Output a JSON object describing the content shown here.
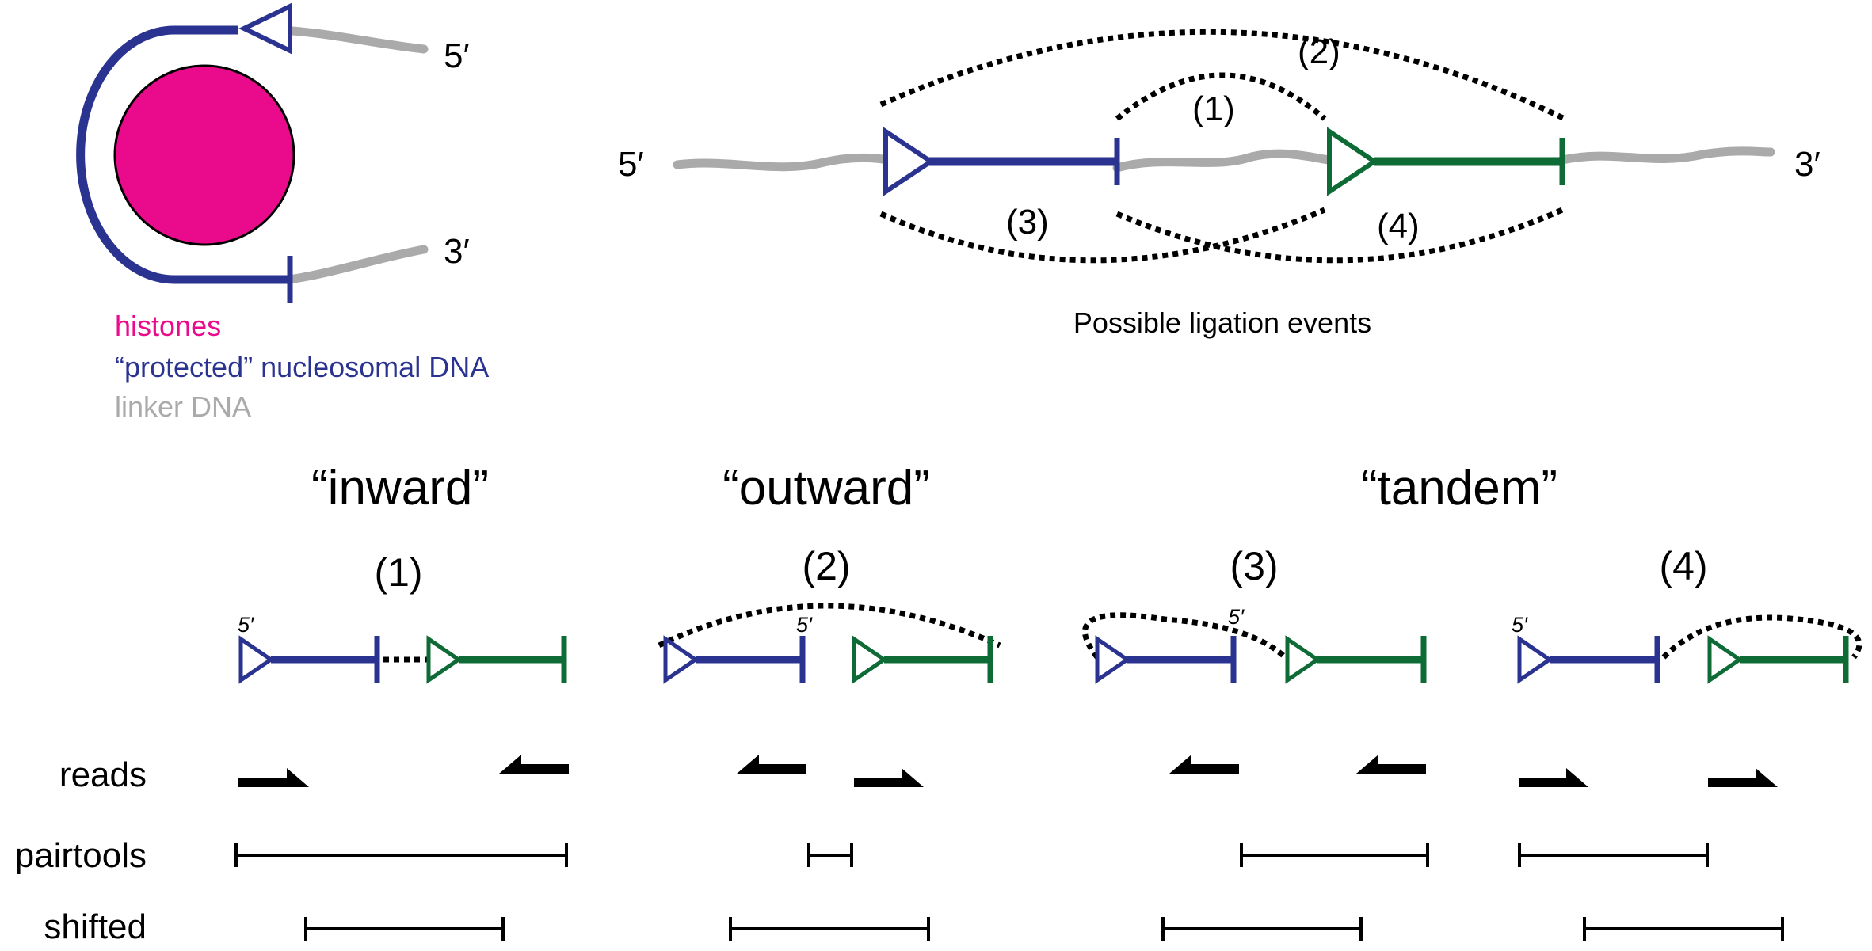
{
  "colors": {
    "histone": "#ea0a8c",
    "protected": "#2b3391",
    "linker": "#aaaaab",
    "green": "#0f6b36",
    "read": "#000000"
  },
  "nucleosome": {
    "end5": "5′",
    "end3": "3′",
    "legend": {
      "histones": "histones",
      "protected": "“protected” nucleosomal DNA",
      "linker": "linker DNA"
    }
  },
  "ligation": {
    "end5": "5′",
    "end3": "3′",
    "events": [
      "(1)",
      "(2)",
      "(3)",
      "(4)"
    ],
    "caption": "Possible ligation events"
  },
  "orientations": {
    "inward": "“inward”",
    "outward": "“outward”",
    "tandem": "“tandem”"
  },
  "panels": [
    {
      "number": "(1)",
      "five_prime": "5′"
    },
    {
      "number": "(2)",
      "five_prime": "5′"
    },
    {
      "number": "(3)",
      "five_prime": "5′"
    },
    {
      "number": "(4)",
      "five_prime": "5′"
    }
  ],
  "rows": {
    "reads": "reads",
    "pairtools": "pairtools",
    "shifted": "shifted"
  }
}
